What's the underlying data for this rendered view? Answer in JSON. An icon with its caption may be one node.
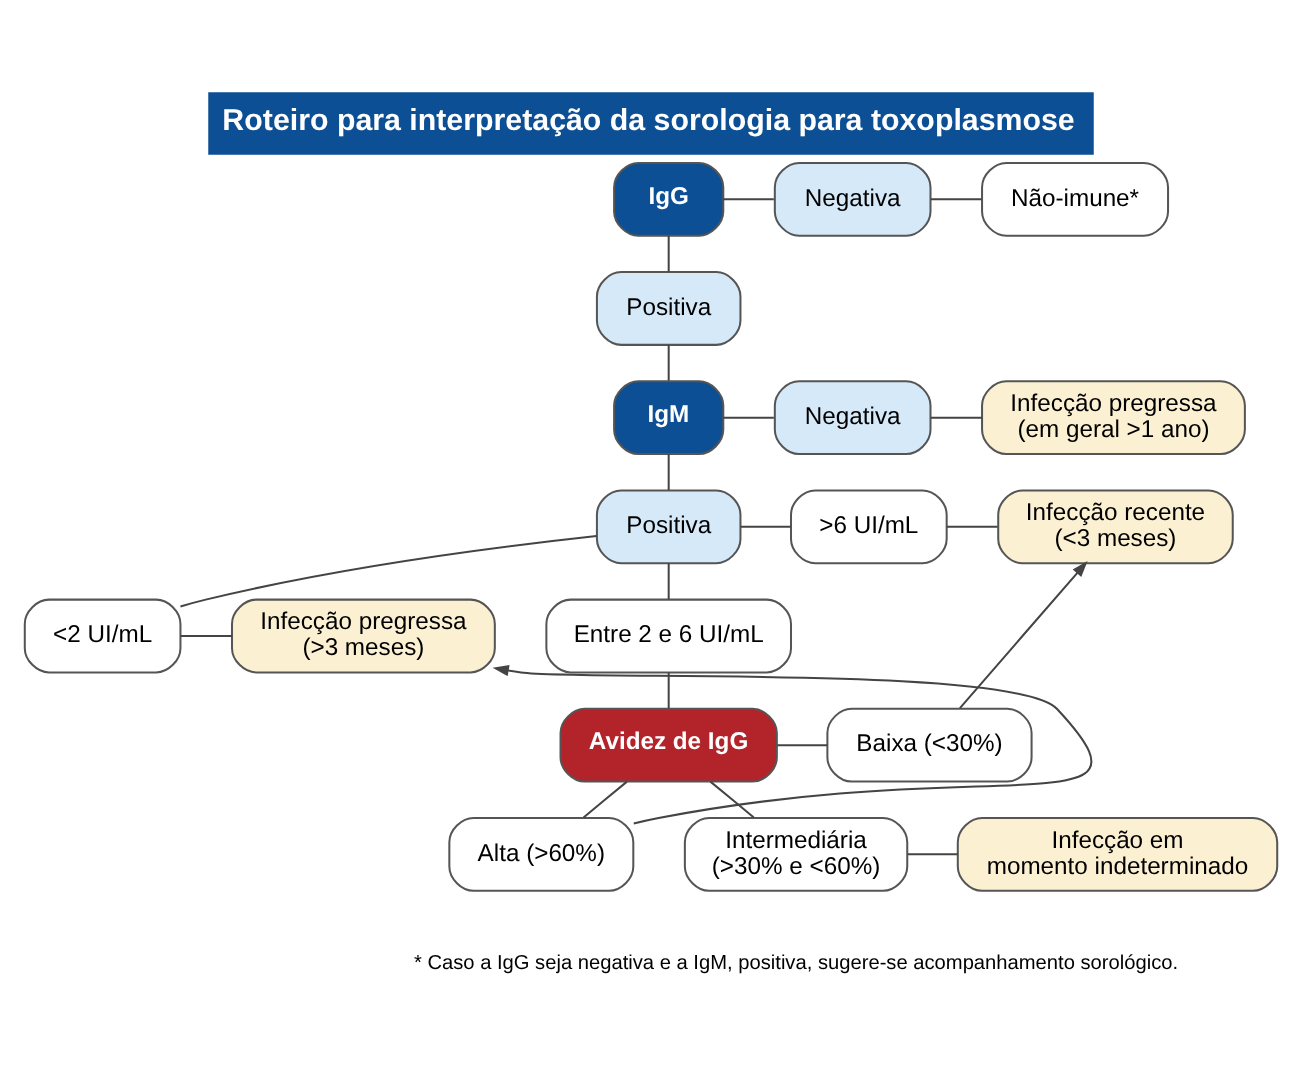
{
  "diagram": {
    "title": "Roteiro para interpretação da sorologia para toxoplasmose",
    "nodes": [
      {
        "text": [
          "IgG"
        ]
      },
      {
        "text": [
          "Negativa"
        ]
      },
      {
        "text": [
          "Não-imune*"
        ]
      },
      {
        "text": [
          "Positiva"
        ]
      },
      {
        "text": [
          "IgM"
        ]
      },
      {
        "text": [
          "Negativa"
        ]
      },
      {
        "text": [
          "Infecção pregressa (em geral >1 ano)"
        ]
      },
      {
        "text": [
          "Positiva"
        ]
      },
      {
        "text": [
          ">6 UI/mL"
        ]
      },
      {
        "text": [
          "Infecção recente (<3 meses)"
        ]
      },
      {
        "text": [
          "<2 UI/mL"
        ]
      },
      {
        "text": [
          "Infecção pregressa (>3 meses)"
        ]
      },
      {
        "text": [
          "Entre 2 e 6 UI/mL"
        ]
      },
      {
        "text": [
          "Avidez de IgG"
        ]
      },
      {
        "text": [
          "Baixa (<30%)"
        ]
      },
      {
        "text": [
          "Alta (>60%)"
        ]
      },
      {
        "text": [
          "Intermediária (>30% e <60%)"
        ]
      },
      {
        "text": [
          "Infecção em momento indeterminado"
        ]
      }
    ],
    "edges": [
      {
        "from": 0,
        "to": 1,
        "arrow": "none"
      },
      {
        "from": 1,
        "to": 2,
        "arrow": "none"
      },
      {
        "from": 0,
        "to": 3,
        "arrow": "none"
      },
      {
        "from": 3,
        "to": 4,
        "arrow": "none"
      },
      {
        "from": 4,
        "to": 5,
        "arrow": "none"
      },
      {
        "from": 5,
        "to": 6,
        "arrow": "none"
      },
      {
        "from": 4,
        "to": 7,
        "arrow": "none"
      },
      {
        "from": 7,
        "to": 8,
        "arrow": "none"
      },
      {
        "from": 8,
        "to": 9,
        "arrow": "none"
      },
      {
        "from": 7,
        "to": 10,
        "arrow": "none"
      },
      {
        "from": 10,
        "to": 11,
        "arrow": "none"
      },
      {
        "from": 7,
        "to": 12,
        "arrow": "none"
      },
      {
        "from": 12,
        "to": 13,
        "arrow": "none"
      },
      {
        "from": 13,
        "to": 14,
        "arrow": "none"
      },
      {
        "from": 14,
        "to": 9,
        "arrow": "to"
      },
      {
        "from": 13,
        "to": 15,
        "arrow": "none"
      },
      {
        "from": 15,
        "to": 11,
        "arrow": "to"
      },
      {
        "from": 13,
        "to": 16,
        "arrow": "none"
      },
      {
        "from": 16,
        "to": 17,
        "arrow": "none"
      }
    ],
    "labels": [
      "* Caso a IgG seja negativa e a IgM, positiva, sugere-se acompanhamento sorológico."
    ]
  }
}
